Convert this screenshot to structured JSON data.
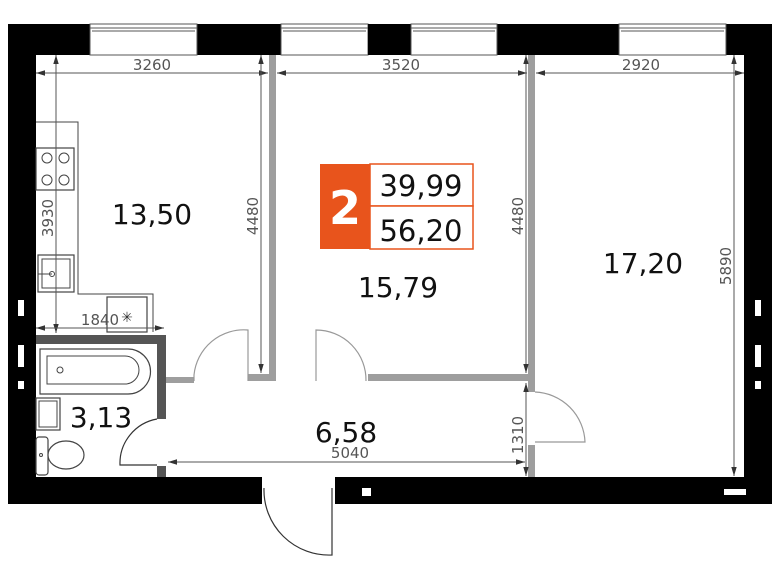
{
  "apartment": {
    "rooms_count": "2",
    "living_area": "39,99",
    "total_area": "56,20",
    "badge_color": "#E8541C"
  },
  "rooms": {
    "kitchen": {
      "area": "13,50"
    },
    "middle_room": {
      "area": "15,79"
    },
    "right_room": {
      "area": "17,20"
    },
    "bathroom": {
      "area": "3,13"
    },
    "hallway": {
      "area": "6,58"
    }
  },
  "dimensions": {
    "top_left": "3260",
    "top_middle": "3520",
    "top_right": "2920",
    "kitchen_height": "3930",
    "kitchen_width": "1840",
    "left_room_height": "4480",
    "middle_room_height": "4480",
    "right_room_height": "5890",
    "hallway_height": "1310",
    "hallway_width": "5040"
  },
  "colors": {
    "wall_exterior": "#000000",
    "wall_interior": "#9E9E9E",
    "bathroom_wall": "#555555",
    "accent": "#E8541C"
  }
}
